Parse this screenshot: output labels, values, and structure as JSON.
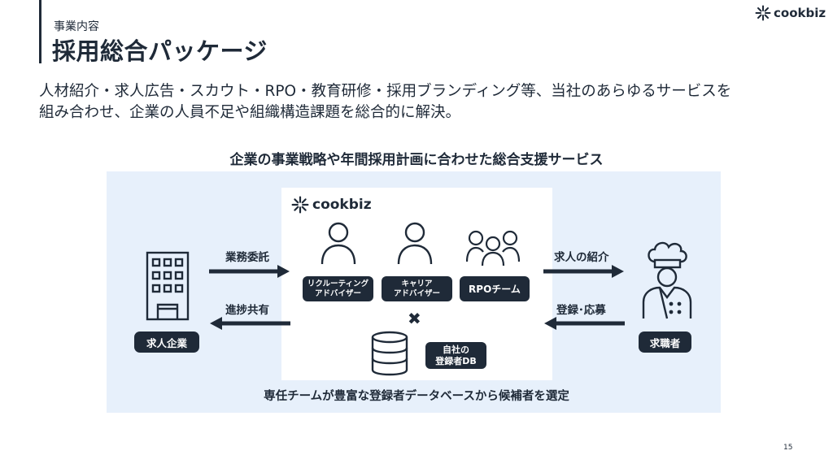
{
  "header": {
    "section_label": "事業内容",
    "title": "採用総合パッケージ"
  },
  "brand": {
    "name": "cookbiz",
    "logo_icon": "starburst-icon"
  },
  "description": {
    "line1": "人材紹介・求人広告・スカウト・RPO・教育研修・採用ブランディング等、当社のあらゆるサービスを",
    "line2": "組み合わせ、企業の人員不足や組織構造課題を総合的に解決。"
  },
  "diagram": {
    "title": "企業の事業戦略や年間採用計画に合わせた総合支援サービス",
    "inner_brand": "cookbiz",
    "roles": [
      {
        "line1": "リクルーティング",
        "line2": "アドバイザー",
        "icon": "person-icon"
      },
      {
        "line1": "キャリア",
        "line2": "アドバイザー",
        "icon": "person-icon"
      },
      {
        "label": "RPOチーム",
        "icon": "group-icon"
      }
    ],
    "times_symbol": "✖",
    "database": {
      "line1": "自社の",
      "line2": "登録者DB",
      "icon": "database-icon"
    },
    "left_entity": {
      "label": "求人企業",
      "icon": "building-icon"
    },
    "right_entity": {
      "label": "求職者",
      "icon": "chef-icon"
    },
    "arrows": {
      "left_in": "業務委託",
      "left_out": "進捗共有",
      "right_out": "求人の紹介",
      "right_in": "登録･応募"
    },
    "footer": "専任チームが豊富な登録者データベースから候補者を選定"
  },
  "colors": {
    "navy": "#1f2a38",
    "panel": "#e7f0fb",
    "white": "#ffffff"
  },
  "page_number": "15"
}
